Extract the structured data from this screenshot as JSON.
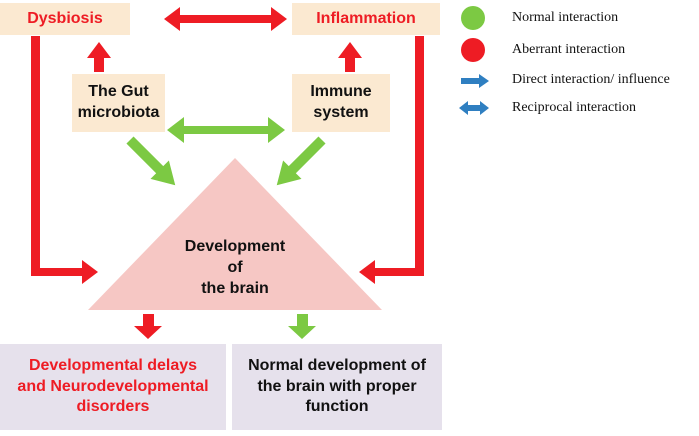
{
  "colors": {
    "normal": "#7cc943",
    "aberrant": "#ee1c24",
    "interaction": "#2f7fc1",
    "box_fill": "#fbe9d1",
    "outcome_fill": "#e6e1ec",
    "triangle_fill": "#f6c7c4"
  },
  "nodes": {
    "dysbiosis": "Dysbiosis",
    "inflammation": "Inflammation",
    "gut_microbiota": "The Gut\nmicrobiota",
    "immune_system": "Immune\nsystem",
    "brain": "Development\nof\nthe brain",
    "outcome_aberrant": "Developmental delays\nand Neurodevelopmental\ndisorders",
    "outcome_normal": "Normal development of\nthe brain with proper\nfunction"
  },
  "legend": [
    {
      "symbol": "green-circle",
      "label": "Normal interaction"
    },
    {
      "symbol": "red-circle",
      "label": "Aberrant interaction"
    },
    {
      "symbol": "blue-single-arrow",
      "label": "Direct interaction/ influence"
    },
    {
      "symbol": "blue-double-arrow",
      "label": "Reciprocal interaction"
    }
  ]
}
